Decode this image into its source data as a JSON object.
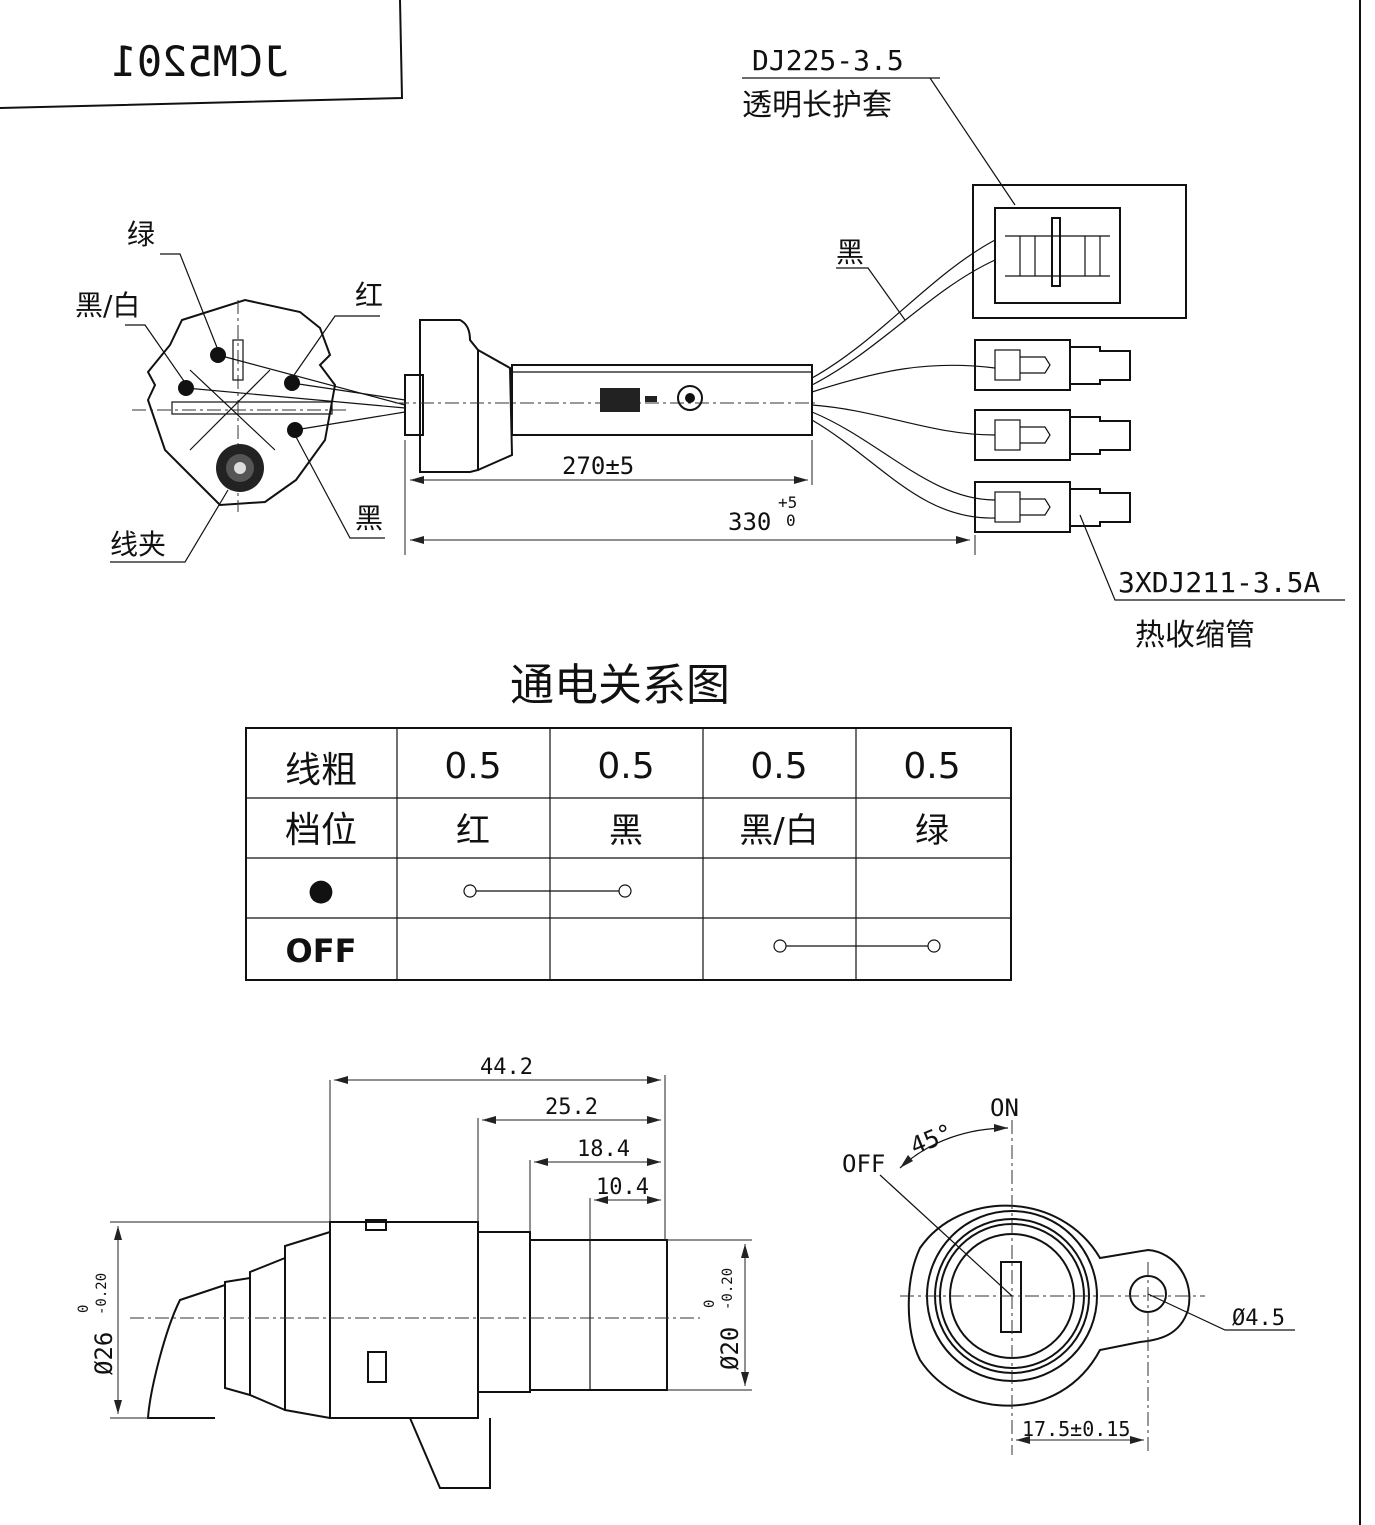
{
  "part_number": "JCM5201",
  "top_view": {
    "wire_labels": {
      "green": "绿",
      "black_white": "黑/白",
      "red": "红",
      "black": "黑",
      "clip": "线夹"
    },
    "cable_label": "黑",
    "boot_part": "DJ225-3.5",
    "boot_desc": "透明长护套",
    "terminal_part": "3XDJ211-3.5A",
    "terminal_desc": "热收缩管",
    "dim_270": "270±5",
    "dim_330": "330",
    "dim_330_tol_upper": "+5",
    "dim_330_tol_lower": "0"
  },
  "table": {
    "title": "通电关系图",
    "header_wire": "线粗",
    "header_pos": "档位",
    "gauges": [
      "0.5",
      "0.5",
      "0.5",
      "0.5"
    ],
    "colors": [
      "红",
      "黑",
      "黑/白",
      "绿"
    ],
    "rows": [
      {
        "position": "●",
        "connect": [
          "红",
          "黑"
        ]
      },
      {
        "position": "OFF",
        "connect": [
          "黑/白",
          "绿"
        ]
      }
    ]
  },
  "side_view": {
    "dims": [
      "44.2",
      "25.2",
      "18.4",
      "10.4"
    ],
    "dia_26": "Ø26",
    "dia_26_tol_upper": "0",
    "dia_26_tol_lower": "-0.20",
    "dia_20": "Ø20",
    "dia_20_tol_upper": "0",
    "dia_20_tol_lower": "-0.20"
  },
  "front_view": {
    "on_label": "ON",
    "off_label": "OFF",
    "angle_label": "45°",
    "hole_label": "Ø4.5",
    "offset_label": "17.5±0.15"
  }
}
